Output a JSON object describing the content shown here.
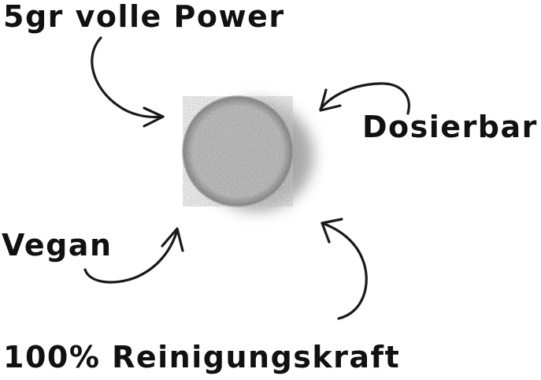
{
  "features": {
    "power": "5gr volle Power",
    "dosierbar": "Dosierbar",
    "vegan": "Vegan",
    "reinigung": "100% Reinigungskraft"
  },
  "colors": {
    "text": "#111111",
    "arrow": "#1a1a1a",
    "tablet_base": "#c9c9c9",
    "tablet_edge": "#a9a9a9",
    "shadow": "#8c8c8c"
  },
  "icons": {
    "arrows": "hand-drawn-arrow",
    "product": "tablet-image"
  }
}
